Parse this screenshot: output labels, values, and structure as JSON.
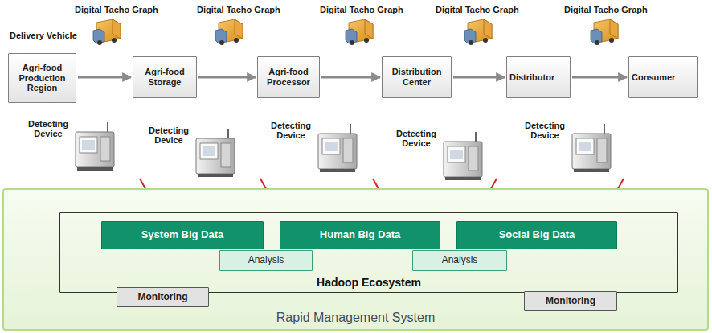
{
  "diagram": {
    "nodes": [
      {
        "text": [
          "Agri-food Production Region"
        ]
      },
      {
        "text": [
          "Agri-food Storage"
        ]
      },
      {
        "text": [
          "Agri-food Processor"
        ]
      },
      {
        "text": [
          "Distribution Center"
        ]
      },
      {
        "text": [
          "Distributor"
        ]
      },
      {
        "text": [
          "Consumer"
        ]
      },
      {
        "text": [
          "Rapid Management System"
        ]
      },
      {
        "text": [
          "Hadoop Ecosystem"
        ],
        "in": 6
      },
      {
        "text": [
          "System Big Data"
        ],
        "in": 7
      },
      {
        "text": [
          "Human Big Data"
        ],
        "in": 7
      },
      {
        "text": [
          "Social Big Data"
        ],
        "in": 7
      },
      {
        "text": [
          "Analysis"
        ],
        "in": 7
      },
      {
        "text": [
          "Analysis"
        ],
        "in": 7
      },
      {
        "text": [
          "Monitoring"
        ],
        "in": 6
      },
      {
        "text": [
          "Monitoring"
        ],
        "in": 6
      }
    ],
    "edges": [
      {
        "from": 0,
        "to": 1,
        "arrow": "to"
      },
      {
        "from": 1,
        "to": 2,
        "arrow": "to"
      },
      {
        "from": 2,
        "to": 3,
        "arrow": "to"
      },
      {
        "from": 3,
        "to": 4,
        "arrow": "to"
      },
      {
        "from": 4,
        "to": 5,
        "arrow": "to"
      }
    ],
    "labels": [
      "Digital Tacho Graph",
      "Digital Tacho Graph",
      "Digital Tacho Graph",
      "Digital Tacho Graph",
      "Digital Tacho Graph",
      "Delivery Vehicle",
      "Detecting Device",
      "Detecting Device",
      "Detecting Device",
      "Detecting Device",
      "Detecting Device"
    ]
  }
}
